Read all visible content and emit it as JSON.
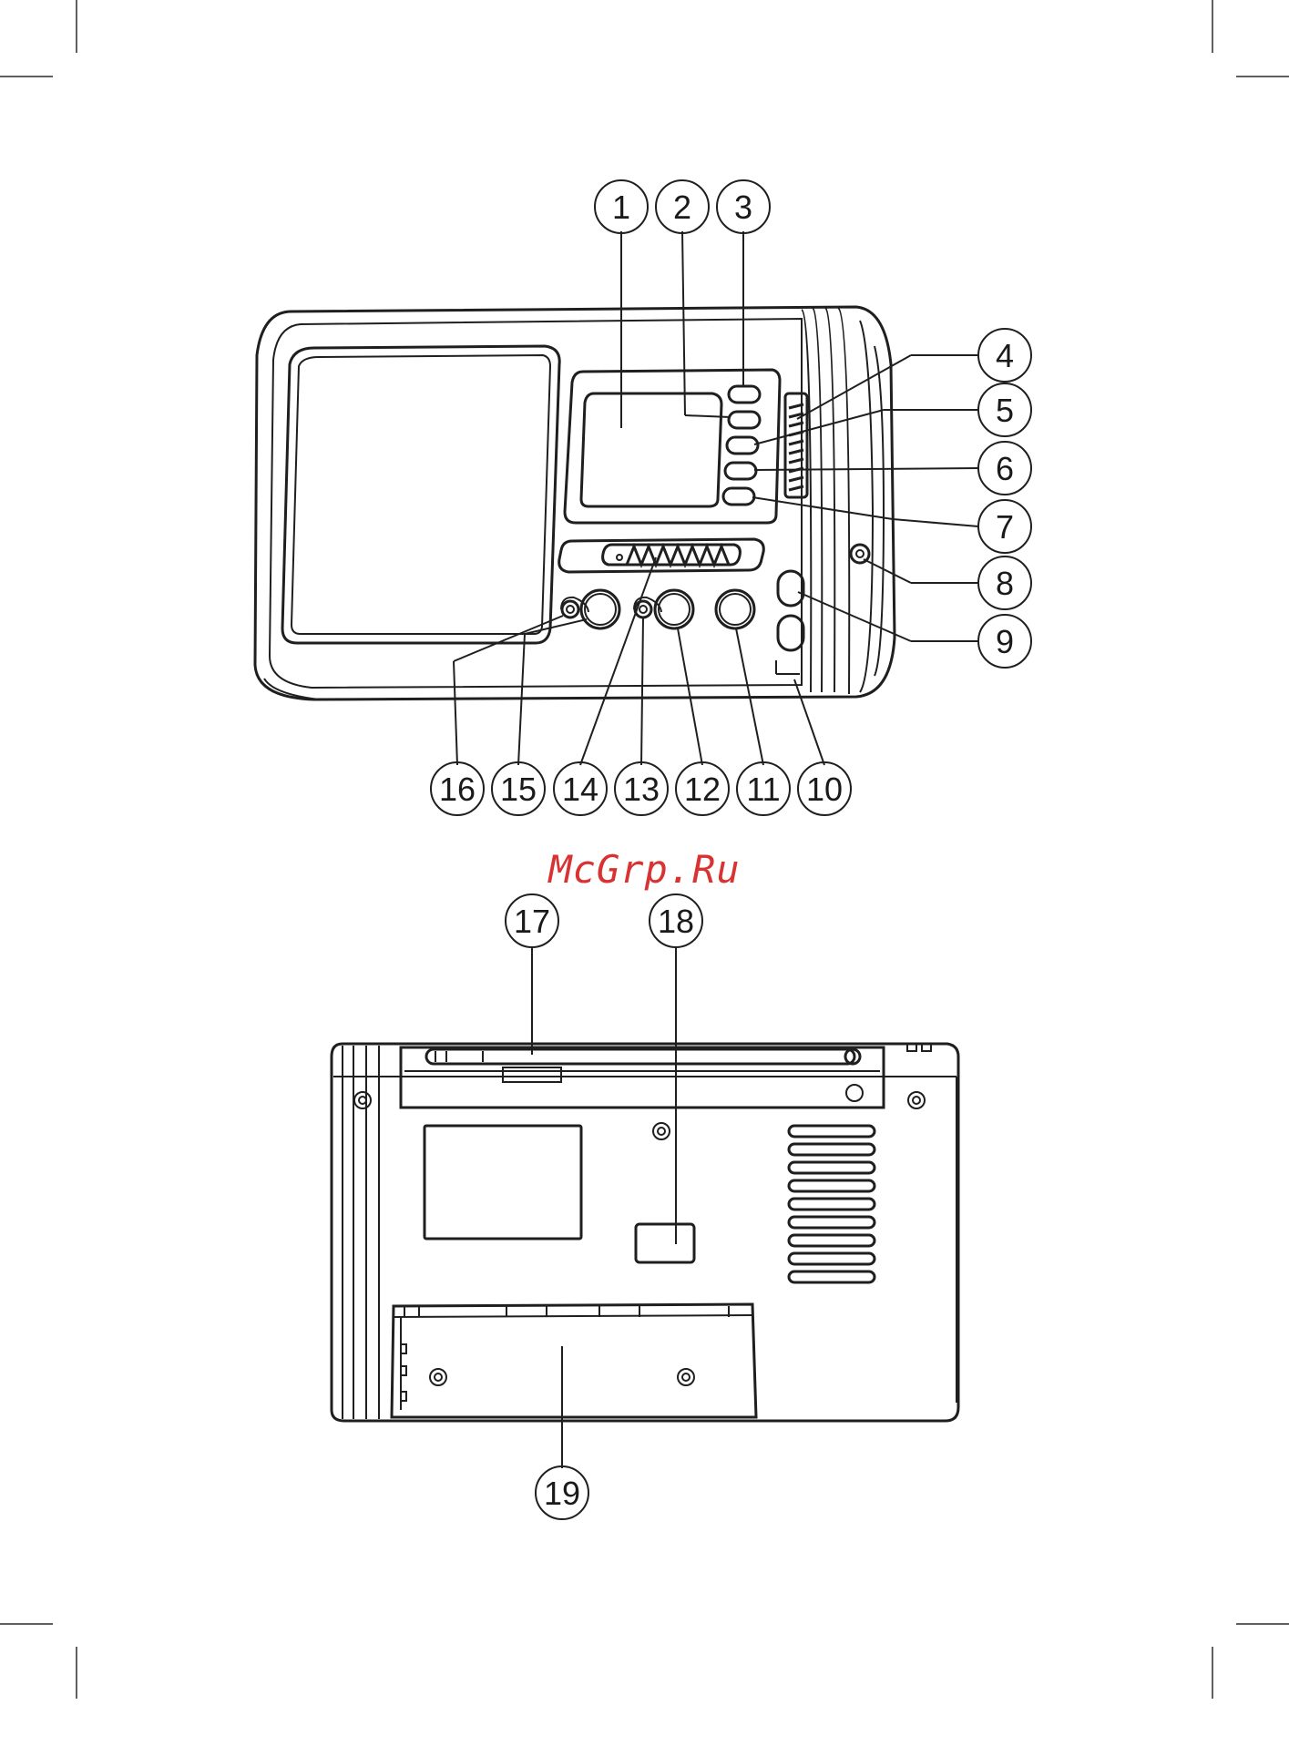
{
  "watermark": "McGrp.Ru",
  "colors": {
    "line": "#1f1f1f",
    "watermark": "#d93232",
    "background": "#ffffff"
  },
  "front_view": {
    "callouts": [
      "1",
      "2",
      "3",
      "4",
      "5",
      "6",
      "7",
      "8",
      "9",
      "10",
      "11",
      "12",
      "13",
      "14",
      "15",
      "16"
    ]
  },
  "bottom_view": {
    "callouts": [
      "17",
      "18",
      "19"
    ]
  }
}
